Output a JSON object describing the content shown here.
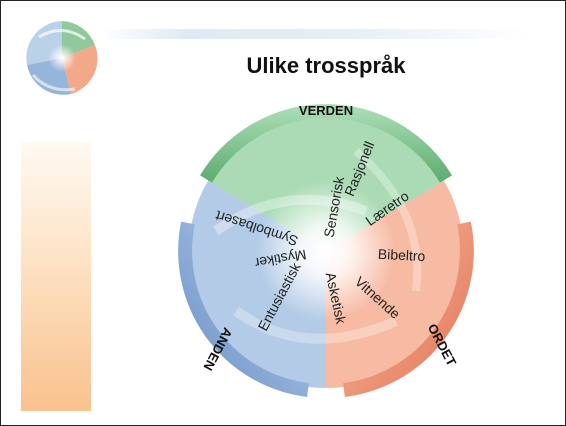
{
  "title": "Ulike trosspråk",
  "arcs": [
    {
      "id": "verden",
      "label": "VERDEN",
      "color": "#5aa56c"
    },
    {
      "id": "ordet",
      "label": "ORDET",
      "color": "#e87d5a"
    },
    {
      "id": "anden",
      "label": "ANDEN",
      "color": "#5a84b8"
    }
  ],
  "spokes": [
    {
      "label": "Sensorisk",
      "angle": -80
    },
    {
      "label": "Rasjonell",
      "angle": -55
    },
    {
      "label": "Læretro",
      "angle": -25
    },
    {
      "label": "Bibeltro",
      "angle": 5
    },
    {
      "label": "Vitnende",
      "angle": 40
    },
    {
      "label": "Asketisk",
      "angle": 75
    },
    {
      "label": "Entusiastisk",
      "angle": 120
    },
    {
      "label": "Mystiker",
      "angle": 170
    },
    {
      "label": "Symbolbasert",
      "angle": 200
    }
  ],
  "colors": {
    "green": "#6fbf82",
    "orange": "#f0906a",
    "blue": "#7aa2d2"
  }
}
